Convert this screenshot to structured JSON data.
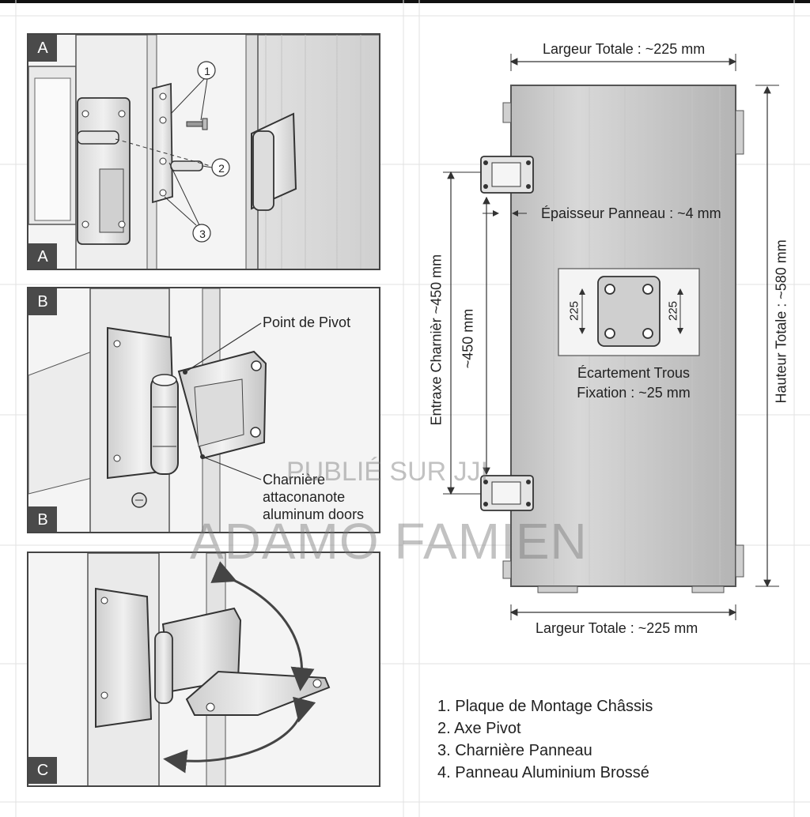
{
  "panels": {
    "a": {
      "letter_top": "A",
      "letter_bottom": "A",
      "callout_1": "1",
      "callout_2": "2",
      "callout_3": "3"
    },
    "b": {
      "letter": "B",
      "pivot_label": "Point de Pivot",
      "hinge_label_1": "Charnière",
      "hinge_label_2": "attaconanote",
      "hinge_label_3": "aluminum doors"
    },
    "c": {
      "letter": "C"
    }
  },
  "dimensions": {
    "width_top": "Largeur Totale : ~225 mm",
    "width_bottom": "Largeur Totale : ~225 mm",
    "thickness": "Épaisseur Panneau : ~4 mm",
    "height": "Hauteur Totale : ~580 mm",
    "hinge_spacing": "Entraxe Charnièr ~450 mm",
    "hinge_spacing_inner": "~450 mm",
    "hole_left": "225",
    "hole_right": "225",
    "hole_spacing_1": "Écartement Trous",
    "hole_spacing_2": "Fixation : ~25 mm"
  },
  "legend": [
    "1. Plaque de Montage Châssis",
    "2. Axe Pivot",
    "3. Charnière Panneau",
    "4. Panneau Aluminium Brossé"
  ],
  "watermark": {
    "line1": "PUBLIÉ SUR JJI",
    "line2": "ADAMO FAMIEN"
  }
}
